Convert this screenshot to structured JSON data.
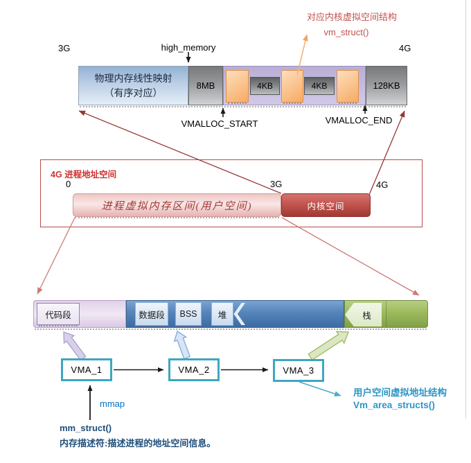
{
  "colors": {
    "dark_red_arrow": "#953735",
    "light_red_arrow": "#cc7a78",
    "red_annotation": "#c0504d",
    "orange_arrow": "#f2a45c",
    "cyan_arrow": "#4bacc6",
    "blue_text": "#0072c6",
    "info_blue_text": "#2e95c5",
    "dark_blue_text": "#1f4e79",
    "vma_border": "#3ea6c0"
  },
  "top_section": {
    "annotation": {
      "line1": "对应内核虚拟空间结构",
      "line2": "vm_struct()"
    },
    "high_memory_label": "high_memory",
    "addr_start": "3G",
    "addr_end": "4G",
    "segments": {
      "linear_map_line1": "物理内存线性映射",
      "linear_map_line2": "（有序对应）",
      "mb8": "8MB",
      "kb4_first": "4KB",
      "kb4_second": "4KB",
      "kb128": "128KB"
    },
    "vmalloc_start_label": "VMALLOC_START",
    "vmalloc_end_label": "VMALLOC_END"
  },
  "middle_section": {
    "title": "4G 进程地址空间",
    "addr_zero": "0",
    "addr_3g": "3G",
    "addr_4g": "4G",
    "user_space_label": "进程虚拟内存区间(用户空间)",
    "kernel_space_label": "内核空间"
  },
  "bottom_bar": {
    "code_segment": "代码段",
    "data_segment": "数据段",
    "bss": "BSS",
    "heap": "堆",
    "stack": "栈"
  },
  "vma_section": {
    "vma1": "VMA_1",
    "vma2": "VMA_2",
    "vma3": "VMA_3",
    "mmap_label": "mmap",
    "mm_struct_label": "mm_struct()",
    "mm_desc": "内存描述符:描述进程的地址空间信息。",
    "user_struct": {
      "line1": "用户空间虚拟地址结构",
      "line2": "Vm_area_structs()"
    }
  }
}
